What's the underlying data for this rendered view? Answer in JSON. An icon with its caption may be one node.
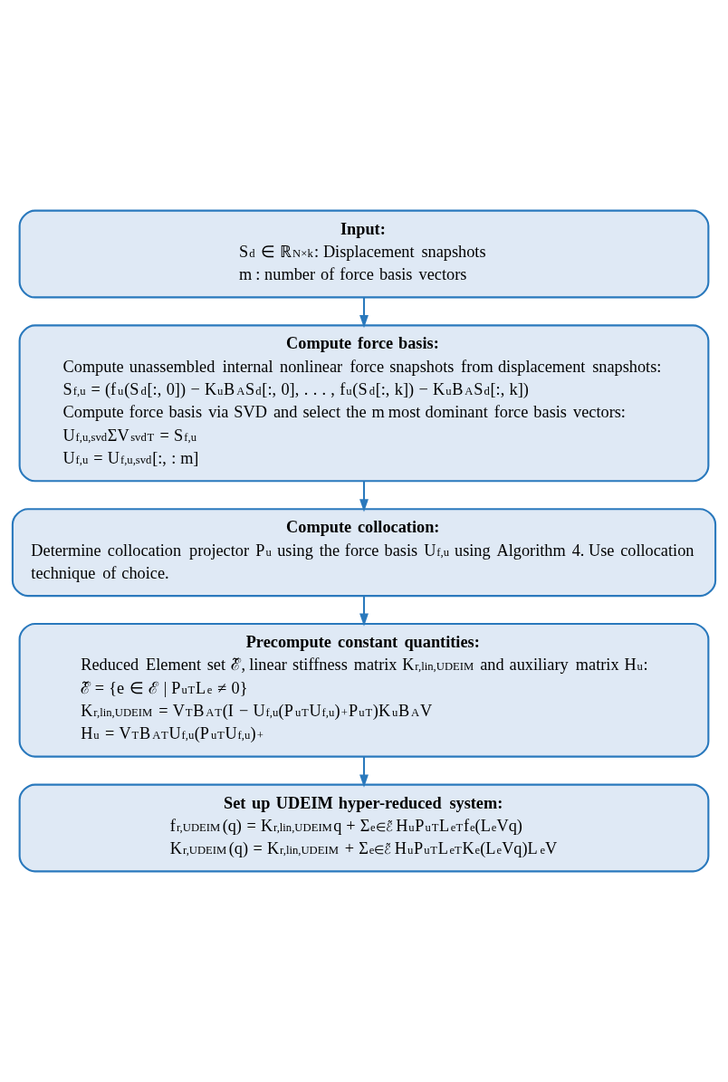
{
  "diagram": {
    "nodes": [
      {
        "text": [
          "Input:",
          "S$_{d}$ ∈ ℝ$^{N×k}$: Displacement snapshots",
          "m : number of force basis vectors"
        ]
      },
      {
        "text": [
          "Compute force basis:",
          "Compute unassembled internal nonlinear force snapshots from displacement snapshots:",
          "S$_{f,u}$ = (f$_{u}$(S$_{d}$[:, 0]) − K$_{u}$B$_{A}$S$_{d}$[:, 0], . . . , f$_{u}$(S$_{d}$[:, k]) − K$_{u}$B$_{A}$S$_{d}$[:, k])",
          "Compute force basis via SVD and select the m most dominant force basis vectors:",
          "U$_{f,u,svd}$ΣV$_{svd}$$^{T}$ = S$_{f,u}$",
          "U$_{f,u}$ = U$_{f,u,svd}$[:, : m]"
        ]
      },
      {
        "text": [
          "Compute collocation:",
          "Determine collocation projector P$_{u}$ using the force basis U$_{f,u}$ using Algorithm 4. Use collocation technique of choice."
        ]
      },
      {
        "text": [
          "Precompute constant quantities:",
          "Reduced Element set ℰ̃, linear stiffness matrix K$_{r,lin,UDEIM}$ and auxiliary matrix H$_{u}$:",
          "ℰ̃ = {e ∈ ℰ | P$_{u}$$^{T}$L$_{e}$ ≠ 0}",
          "K$_{r,lin,UDEIM}$ = V$^{T}$B$_{A}$$^{T}$(I − U$_{f,u}$(P$_{u}$$^{T}$U$_{f,u}$)$^{+}$P$_{u}$$^{T}$)K$_{u}$B$_{A}$V",
          "H$_{u}$ = V$^{T}$B$_{A}$$^{T}$U$_{f,u}$(P$_{u}$$^{T}$U$_{f,u}$)$^{+}$"
        ]
      },
      {
        "text": [
          "Set up UDEIM hyper-reduced system:",
          "f$_{r,UDEIM}$(q) = K$_{r,lin,UDEIM}$q + Σ$_{e∈ℰ̃}$ H$_{u}$P$_{u}$$^{T}$L$_{e}$$^{T}$f$_{e}$(L$_{e}$Vq)",
          "K$_{r,UDEIM}$(q) = K$_{r,lin,UDEIM}$ + Σ$_{e∈ℰ̃}$ H$_{u}$P$_{u}$$^{T}$L$_{e}$$^{T}$K$_{e}$(L$_{e}$Vq)L$_{e}$V"
        ]
      }
    ],
    "edges": [
      {
        "from": 0,
        "to": 1,
        "arrow": "to"
      },
      {
        "from": 1,
        "to": 2,
        "arrow": "to"
      },
      {
        "from": 2,
        "to": 3,
        "arrow": "to"
      },
      {
        "from": 3,
        "to": 4,
        "arrow": "to"
      }
    ]
  }
}
